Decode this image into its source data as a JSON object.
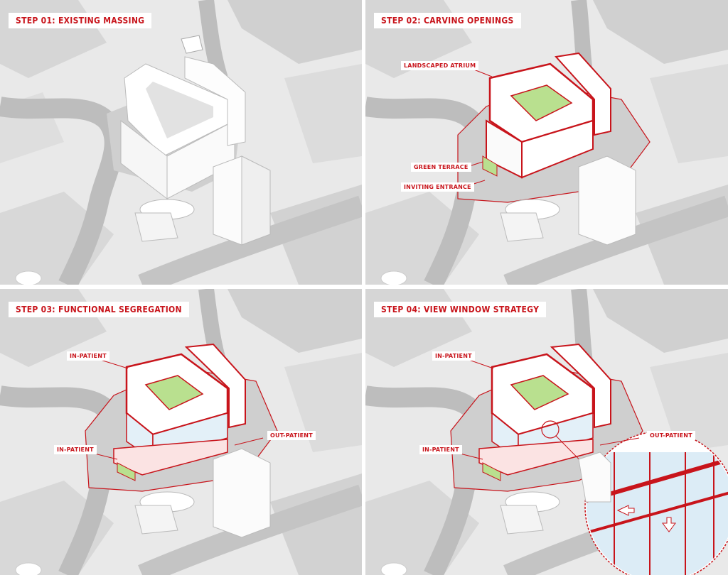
{
  "panels": [
    {
      "title": "STEP 01: EXISTING MASSING"
    },
    {
      "title": "STEP 02: CARVING OPENINGS",
      "labels": {
        "atrium": "LANDSCAPED ATRIUM",
        "terrace": "GREEN TERRACE",
        "entrance": "INVITING ENTRANCE"
      }
    },
    {
      "title": "STEP 03: FUNCTIONAL SEGREGATION",
      "labels": {
        "inpatient_top": "IN-PATIENT",
        "inpatient_side": "IN-PATIENT",
        "outpatient": "OUT-PATIENT"
      }
    },
    {
      "title": "STEP 04: VIEW WINDOW STRATEGY",
      "labels": {
        "inpatient_top": "IN-PATIENT",
        "inpatient_side": "IN-PATIENT",
        "outpatient": "OUT-PATIENT"
      }
    }
  ],
  "colors": {
    "accent": "#c8141b",
    "green": "#b9e08f",
    "glass": "#cfe6f3",
    "ground": "#e9e9e9",
    "road": "#bdbdbd"
  }
}
